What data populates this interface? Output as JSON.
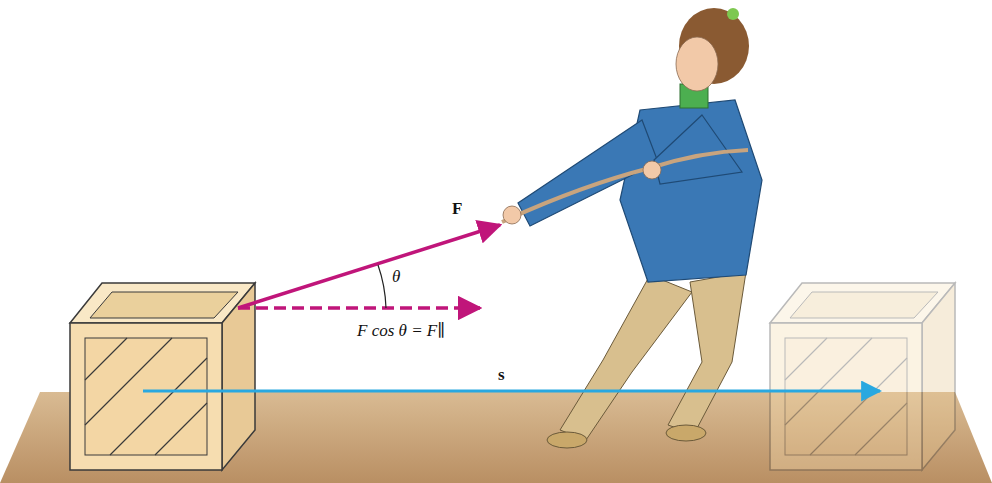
{
  "diagram": {
    "labels": [
      "F",
      "θ",
      "F cos θ = F∥",
      "s"
    ]
  }
}
